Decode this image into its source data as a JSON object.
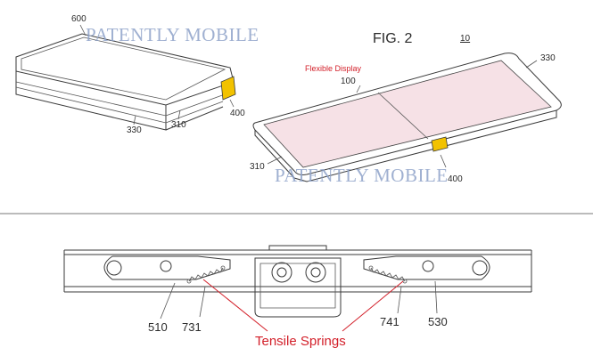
{
  "figure": {
    "title": "FIG. 2",
    "ref_number": "10"
  },
  "watermarks": {
    "top": "PATENTLY MOBILE",
    "bottom": "PATENTLY MOBILE"
  },
  "colors": {
    "display_fill": "#f6e1e6",
    "hinge_fill": "#f2c200",
    "annotation": "#d3202a",
    "watermark": "#8fa3c9"
  },
  "folded_device": {
    "labels": {
      "device": "600",
      "side_a": "330",
      "side_b": "310",
      "hinge": "400"
    }
  },
  "unfolded_device": {
    "display_caption": "Flexible Display",
    "labels": {
      "display": "100",
      "body": "330",
      "side": "310",
      "hinge": "400"
    }
  },
  "hinge_section": {
    "labels": {
      "left_link": "510",
      "left_spring": "731",
      "right_spring": "741",
      "right_link": "530"
    },
    "annotation": "Tensile Springs"
  }
}
